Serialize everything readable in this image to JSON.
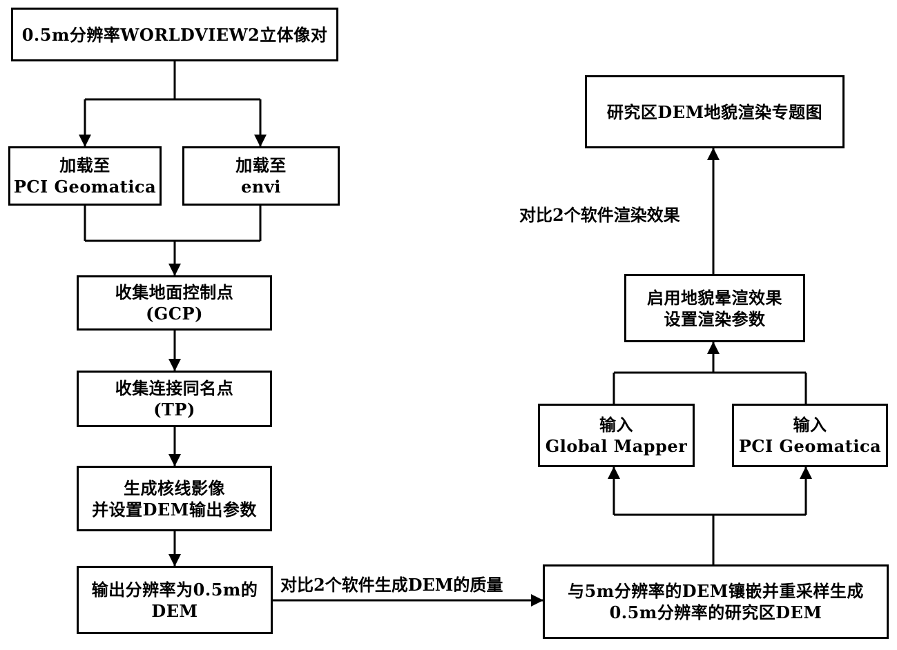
{
  "nodes": {
    "stereo": {
      "line1": "0.5m分辨率WORLDVIEW2立体像对"
    },
    "pci_load": {
      "line1": "加载至",
      "line2": "PCI Geomatica"
    },
    "envi_load": {
      "line1": "加载至",
      "line2": "envi"
    },
    "gcp": {
      "line1": "收集地面控制点",
      "line2": "(GCP)"
    },
    "tp": {
      "line1": "收集连接同名点",
      "line2": "(TP)"
    },
    "epipolar": {
      "line1": "生成核线影像",
      "line2": "并设置DEM输出参数"
    },
    "output": {
      "line1": "输出分辨率为0.5m的",
      "line2": "DEM"
    },
    "mosaic": {
      "line1": "与5m分辨率的DEM镶嵌并重采样生成",
      "line2": "0.5m分辨率的研究区DEM"
    },
    "global_in": {
      "line1": "输入",
      "line2": "Global Mapper"
    },
    "pci_in": {
      "line1": "输入",
      "line2": "PCI Geomatica"
    },
    "shade": {
      "line1": "启用地貌晕渲效果",
      "line2": "设置渲染参数"
    },
    "map": {
      "line1": "研究区DEM地貌渲染专题图"
    }
  },
  "labels": {
    "compare_quality": "对比2个软件生成DEM的质量",
    "compare_render": "对比2个软件渲染效果"
  }
}
